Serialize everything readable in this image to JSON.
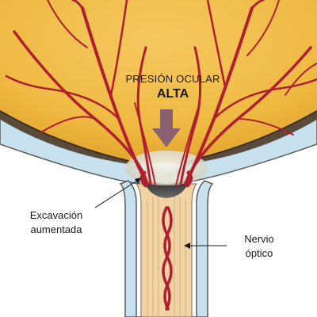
{
  "pressure_label": {
    "line1": "PRESIÓN OCULAR",
    "line2": "ALTA"
  },
  "cupping_label": {
    "line1": "Excavación",
    "line2": "aumentada"
  },
  "nerve_label": {
    "line1": "Nervio",
    "line2": "óptico"
  },
  "colors": {
    "vitreous": "#f2c14e",
    "sclera": "#c8e1ee",
    "retina_edge": "#4b4b4b",
    "nerve_tissue": "#f1d3a4",
    "vessel": "#b01f2e",
    "pressure_arrow": "#8b6070",
    "background": "#ffffff"
  }
}
